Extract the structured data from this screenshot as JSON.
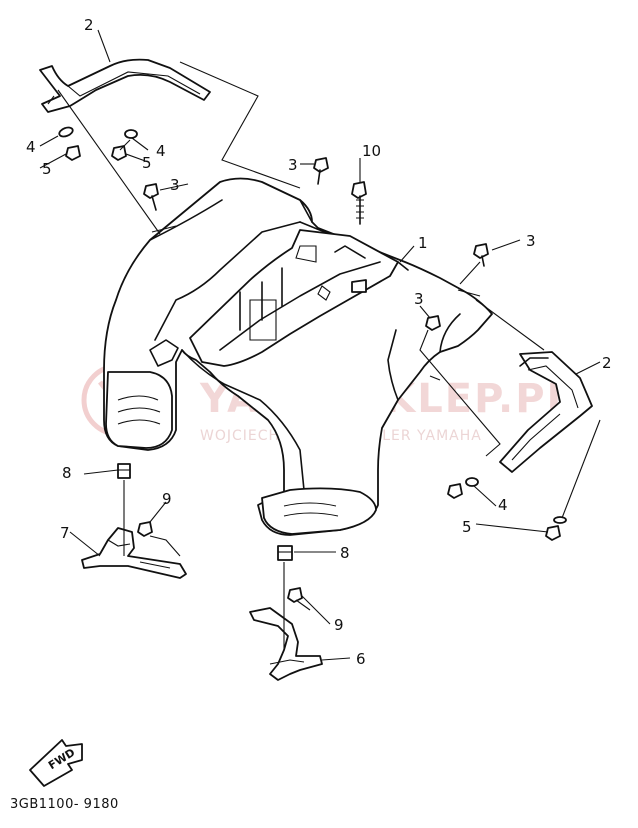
{
  "callouts": {
    "c1": "1",
    "c2a": "2",
    "c2b": "2",
    "c3a": "3",
    "c3b": "3",
    "c3c": "3",
    "c3d": "3",
    "c4a": "4",
    "c4b": "4",
    "c4c": "4",
    "c5a": "5",
    "c5b": "5",
    "c5c": "5",
    "c6": "6",
    "c7": "7",
    "c8a": "8",
    "c8b": "8",
    "c9a": "9",
    "c9b": "9",
    "c10": "10"
  },
  "watermark": {
    "title": "YAMA-SKLEP.PL",
    "subtitle": "WOJCIECHOWICZ | DEALER YAMAHA"
  },
  "fwd_label": "FWD",
  "part_code": "3GB1100- 9180"
}
